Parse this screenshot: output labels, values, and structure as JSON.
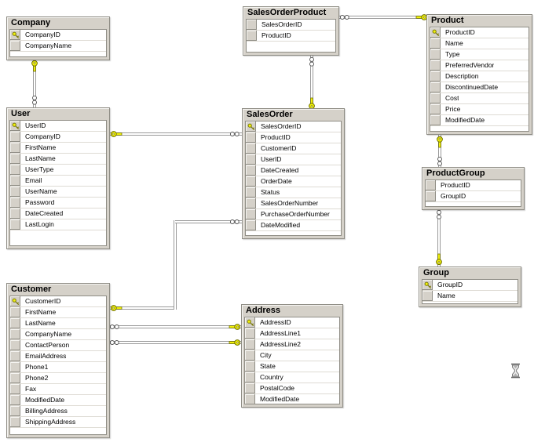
{
  "diagram": {
    "tables": [
      {
        "name": "Company",
        "columns": [
          {
            "name": "CompanyID",
            "pk": true
          },
          {
            "name": "CompanyName",
            "pk": false
          }
        ]
      },
      {
        "name": "User",
        "columns": [
          {
            "name": "UserID",
            "pk": true
          },
          {
            "name": "CompanyID",
            "pk": false
          },
          {
            "name": "FirstName",
            "pk": false
          },
          {
            "name": "LastName",
            "pk": false
          },
          {
            "name": "UserType",
            "pk": false
          },
          {
            "name": "Email",
            "pk": false
          },
          {
            "name": "UserName",
            "pk": false
          },
          {
            "name": "Password",
            "pk": false
          },
          {
            "name": "DateCreated",
            "pk": false
          },
          {
            "name": "LastLogin",
            "pk": false
          }
        ]
      },
      {
        "name": "Customer",
        "columns": [
          {
            "name": "CustomerID",
            "pk": true
          },
          {
            "name": "FirstName",
            "pk": false
          },
          {
            "name": "LastName",
            "pk": false
          },
          {
            "name": "CompanyName",
            "pk": false
          },
          {
            "name": "ContactPerson",
            "pk": false
          },
          {
            "name": "EmailAddress",
            "pk": false
          },
          {
            "name": "Phone1",
            "pk": false
          },
          {
            "name": "Phone2",
            "pk": false
          },
          {
            "name": "Fax",
            "pk": false
          },
          {
            "name": "ModifiedDate",
            "pk": false
          },
          {
            "name": "BillingAddress",
            "pk": false
          },
          {
            "name": "ShippingAddress",
            "pk": false
          }
        ]
      },
      {
        "name": "SalesOrderProduct",
        "columns": [
          {
            "name": "SalesOrderID",
            "pk": false
          },
          {
            "name": "ProductID",
            "pk": false
          }
        ]
      },
      {
        "name": "SalesOrder",
        "columns": [
          {
            "name": "SalesOrderID",
            "pk": true
          },
          {
            "name": "ProductID",
            "pk": false
          },
          {
            "name": "CustomerID",
            "pk": false
          },
          {
            "name": "UserID",
            "pk": false
          },
          {
            "name": "DateCreated",
            "pk": false
          },
          {
            "name": "OrderDate",
            "pk": false
          },
          {
            "name": "Status",
            "pk": false
          },
          {
            "name": "SalesOrderNumber",
            "pk": false
          },
          {
            "name": "PurchaseOrderNumber",
            "pk": false
          },
          {
            "name": "DateModified",
            "pk": false
          }
        ]
      },
      {
        "name": "Address",
        "columns": [
          {
            "name": "AddressID",
            "pk": true
          },
          {
            "name": "AddressLine1",
            "pk": false
          },
          {
            "name": "AddressLine2",
            "pk": false
          },
          {
            "name": "City",
            "pk": false
          },
          {
            "name": "State",
            "pk": false
          },
          {
            "name": "Country",
            "pk": false
          },
          {
            "name": "PostalCode",
            "pk": false
          },
          {
            "name": "ModifiedDate",
            "pk": false
          }
        ]
      },
      {
        "name": "Product",
        "columns": [
          {
            "name": "ProductID",
            "pk": true
          },
          {
            "name": "Name",
            "pk": false
          },
          {
            "name": "Type",
            "pk": false
          },
          {
            "name": "PreferredVendor",
            "pk": false
          },
          {
            "name": "Description",
            "pk": false
          },
          {
            "name": "DiscontinuedDate",
            "pk": false
          },
          {
            "name": "Cost",
            "pk": false
          },
          {
            "name": "Price",
            "pk": false
          },
          {
            "name": "ModifiedDate",
            "pk": false
          }
        ]
      },
      {
        "name": "ProductGroup",
        "columns": [
          {
            "name": "ProductID",
            "pk": false
          },
          {
            "name": "GroupID",
            "pk": false
          }
        ]
      },
      {
        "name": "Group",
        "columns": [
          {
            "name": "GroupID",
            "pk": true
          },
          {
            "name": "Name",
            "pk": false
          }
        ]
      }
    ],
    "relationships": [
      {
        "one": "Company",
        "many": "User"
      },
      {
        "one": "User",
        "many": "SalesOrder"
      },
      {
        "one": "Customer",
        "many": "SalesOrder"
      },
      {
        "one": "Address",
        "many": "Customer"
      },
      {
        "one": "Address",
        "many": "Customer"
      },
      {
        "one": "Product",
        "many": "SalesOrderProduct"
      },
      {
        "one": "SalesOrder",
        "many": "SalesOrderProduct"
      },
      {
        "one": "Product",
        "many": "ProductGroup"
      },
      {
        "one": "Group",
        "many": "ProductGroup"
      }
    ],
    "icons": {
      "primary_key": "key-icon",
      "one_end": "key-icon",
      "many_end": "infinity-icon",
      "busy": "hourglass-icon"
    },
    "colors": {
      "table_frame": "#d5d1c9",
      "table_border": "#8f8d85",
      "row_divider": "#dedbd4",
      "key_yellow": "#f2f20a",
      "key_outline": "#6f6f00",
      "line_gray": "#9a9a9a",
      "background": "#ffffff"
    }
  }
}
